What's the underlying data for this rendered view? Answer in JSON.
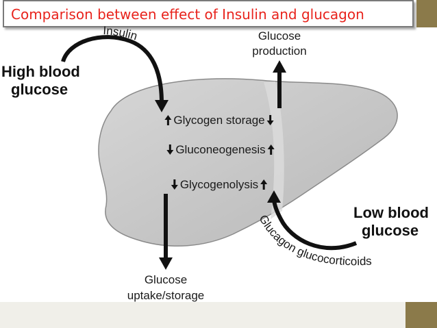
{
  "title": "Comparison between effect of Insulin and glucagon",
  "colors": {
    "title_text": "#e8231c",
    "accent": "#8b7a4a",
    "bottom_band": "#f0efe9",
    "liver_fill": "#c8c8c8",
    "liver_stroke": "#8a8a8a",
    "arrow": "#111111"
  },
  "labels": {
    "high_blood_line1": "High blood",
    "high_blood_line2": "glucose",
    "low_blood_line1": "Low blood",
    "low_blood_line2": "glucose",
    "insulin": "Insulin",
    "glucagon_curve": "Glucagon glucocorticoids",
    "glucose_production_line1": "Glucose",
    "glucose_production_line2": "production",
    "glucose_uptake_line1": "Glucose",
    "glucose_uptake_line2": "uptake/storage"
  },
  "processes": [
    {
      "name": "Glycogen storage",
      "insulin_effect": "up",
      "glucagon_effect": "down"
    },
    {
      "name": "Gluconeogenesis",
      "insulin_effect": "down",
      "glucagon_effect": "up"
    },
    {
      "name": "Glycogenolysis",
      "insulin_effect": "down",
      "glucagon_effect": "up"
    }
  ],
  "icons": {
    "up": "up-arrow-icon",
    "down": "down-arrow-icon"
  }
}
